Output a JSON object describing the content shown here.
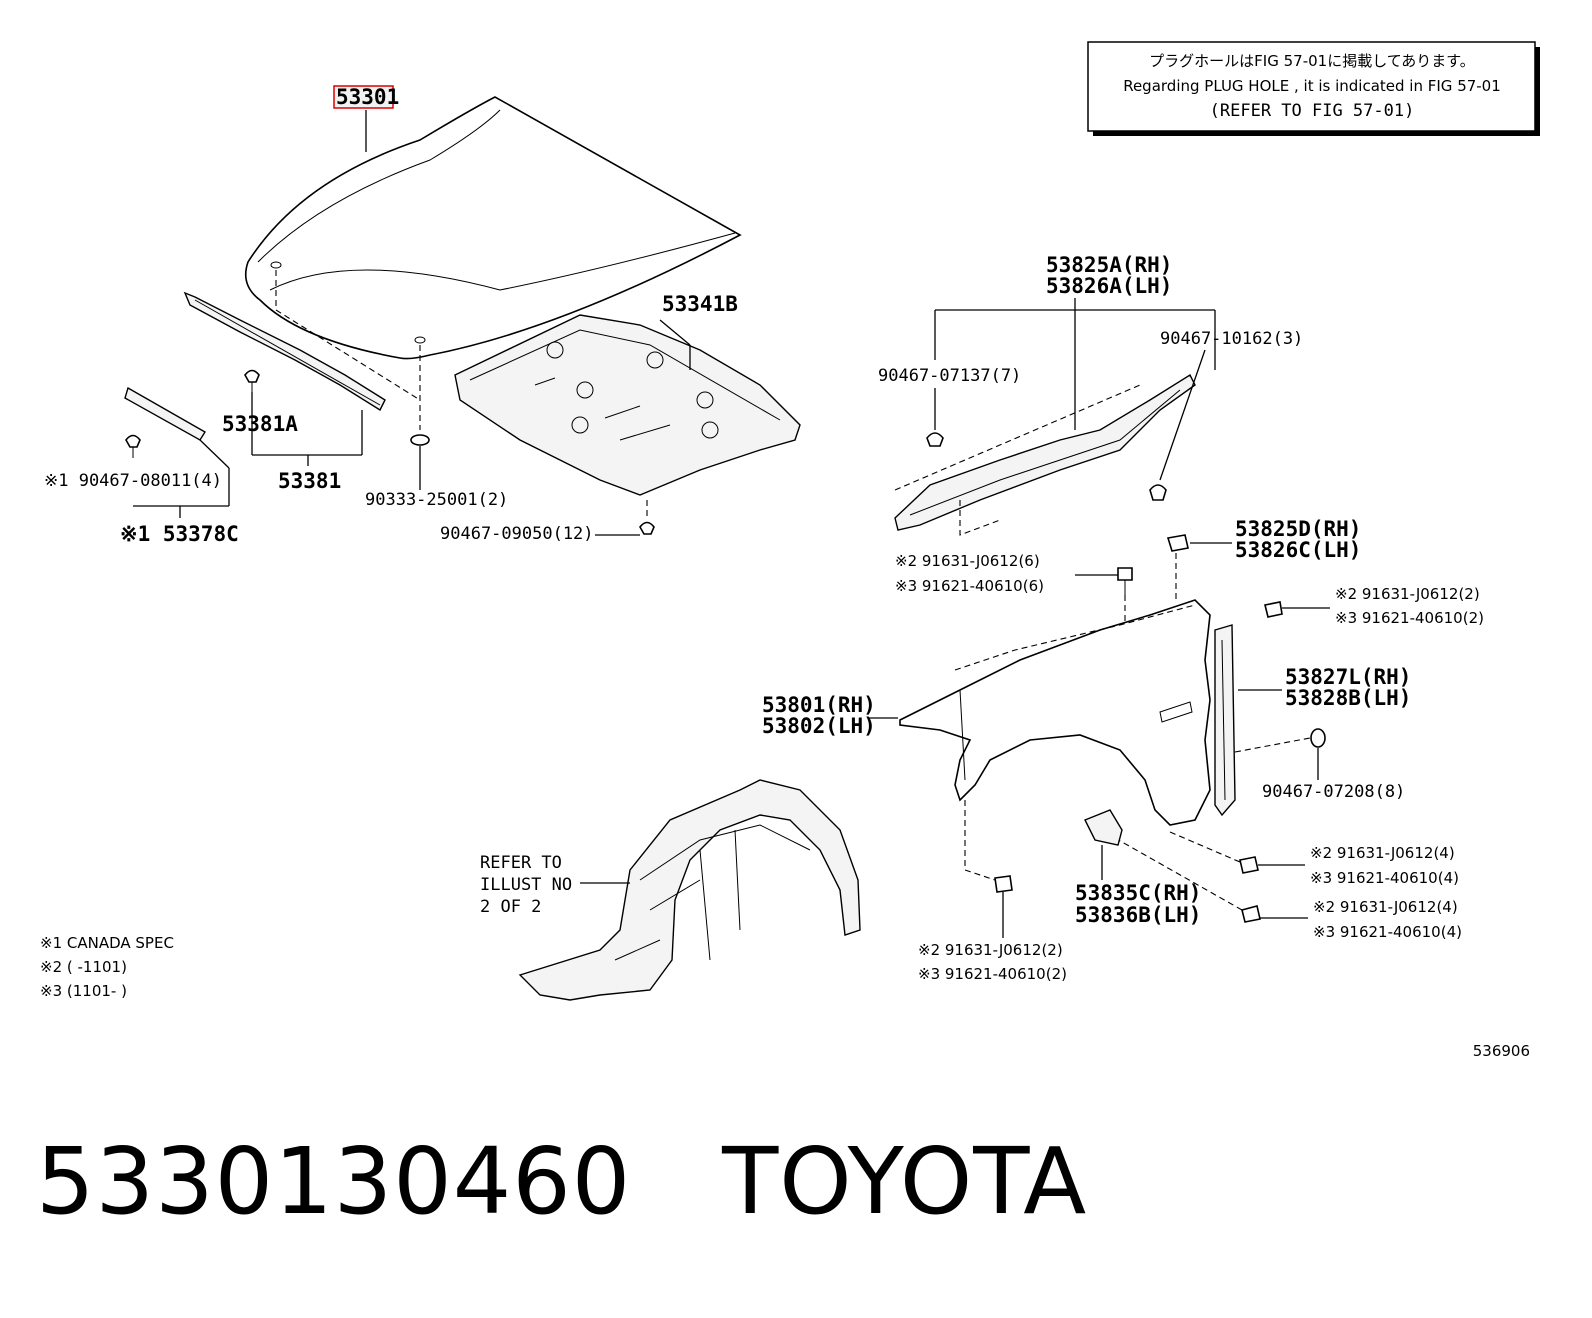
{
  "note_box": {
    "line1": "プラグホールはFIG 57-01に掲載してあります。",
    "line2": "Regarding PLUG HOLE , it is indicated in FIG 57-01",
    "line3": "(REFER TO FIG 57-01)"
  },
  "labels": {
    "hood": "53301",
    "insulator": "53341B",
    "seal_a": "53381A",
    "seal": "53381",
    "clip_canada": "※1 90467-08011(4)",
    "seal_canada": "※1 53378C",
    "cushion": "90333-25001(2)",
    "clip_insulator": "90467-09050(12)",
    "cowl_seal_rh": "53825A(RH)",
    "cowl_seal_lh": "53826A(LH)",
    "clip_cowl_3": "90467-10162(3)",
    "clip_cowl_7": "90467-07137(7)",
    "cover_rh": "53825D(RH)",
    "cover_lh": "53826C(LH)",
    "bolt_top_2": "※2 91631-J0612(6)",
    "bolt_top_3": "※3 91621-40610(6)",
    "bolt_right_2": "※2 91631-J0612(2)",
    "bolt_right_3": "※3 91621-40610(2)",
    "fender_rh": "53801(RH)",
    "fender_lh": "53802(LH)",
    "fender_seal_rh": "53827L(RH)",
    "fender_seal_lh": "53828B(LH)",
    "clip_fender": "90467-07208(8)",
    "bolt_mid_2": "※2 91631-J0612(4)",
    "bolt_mid_3": "※3 91621-40610(4)",
    "bolt_low_2": "※2 91631-J0612(4)",
    "bolt_low_3": "※3 91621-40610(4)",
    "bracket_rh": "53835C(RH)",
    "bracket_lh": "53836B(LH)",
    "bolt_bottom_2": "※2 91631-J0612(2)",
    "bolt_bottom_3": "※3 91621-40610(2)",
    "refer_1": "REFER TO",
    "refer_2": "ILLUST NO",
    "refer_3": "2 OF 2"
  },
  "legend": {
    "l1": "※1 CANADA SPEC",
    "l2": "※2 (       -1101)",
    "l3": "※3 (1101-       )"
  },
  "figure_number": "536906",
  "footer": {
    "part_number": "5330130460",
    "brand": "TOYOTA"
  },
  "colors": {
    "highlight": "#e00000",
    "highlight_fill": "#f2f2f2"
  }
}
